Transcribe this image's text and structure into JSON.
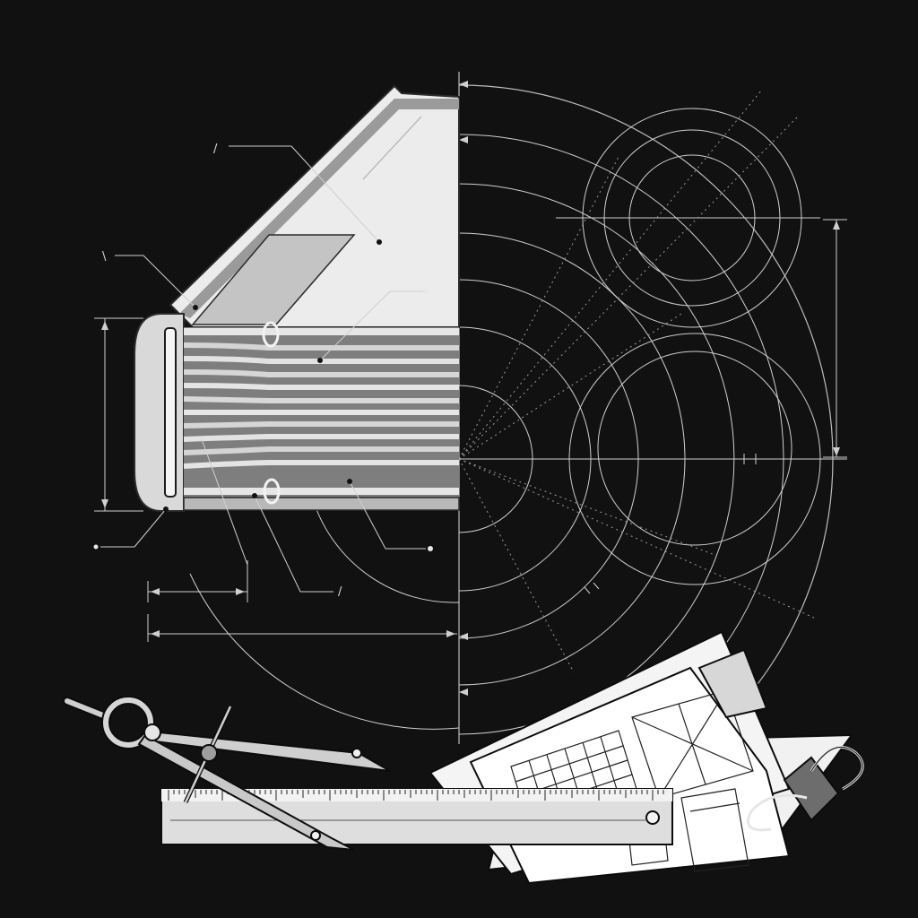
{
  "palette": {
    "background": "#111111",
    "line": "#cfcfcf",
    "paper": "#e9e9e9",
    "ink": "#0c0c0c"
  },
  "annotations": [
    {
      "id": "a1",
      "text": "/"
    },
    {
      "id": "a2",
      "text": "\\"
    },
    {
      "id": "a3",
      "text": "/"
    }
  ],
  "icons": [
    "book-cross-section",
    "compass-divider-icon",
    "ruler-icon",
    "blueprint-papers-icon",
    "binder-clip-icon"
  ]
}
